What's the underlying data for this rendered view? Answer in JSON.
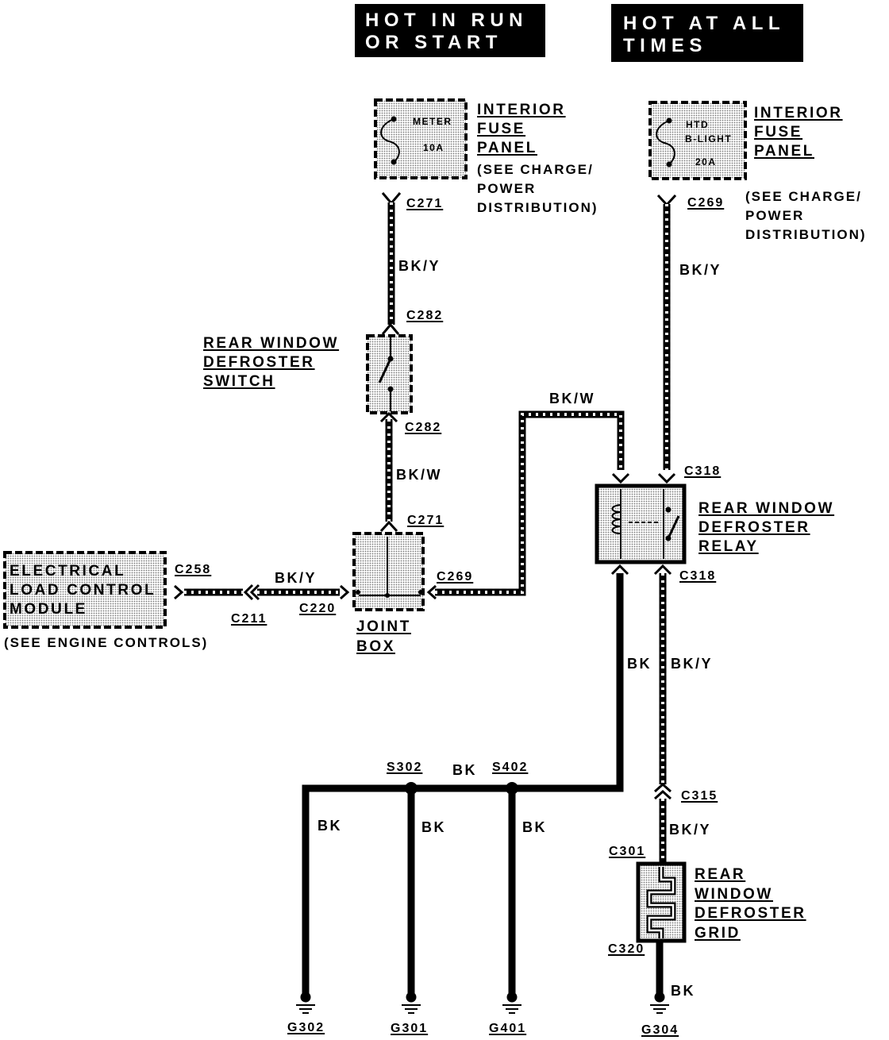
{
  "banners": {
    "run_start": {
      "line1": "HOT IN RUN",
      "line2": "OR START"
    },
    "all_times": {
      "line1": "HOT AT ALL",
      "line2": "TIMES"
    }
  },
  "fuse_meter": {
    "name": "METER",
    "rating": "10A"
  },
  "fuse_htd": {
    "name_line1": "HTD",
    "name_line2": "B-LIGHT",
    "rating": "20A"
  },
  "fuse_panel_left": {
    "lines": [
      "INTERIOR",
      "FUSE",
      "PANEL"
    ],
    "note": [
      "(SEE CHARGE/",
      "POWER",
      "DISTRIBUTION)"
    ]
  },
  "fuse_panel_right": {
    "lines": [
      "INTERIOR",
      "FUSE",
      "PANEL"
    ],
    "note": [
      "(SEE CHARGE/",
      "POWER",
      "DISTRIBUTION)"
    ]
  },
  "switch": {
    "lines": [
      "REAR WINDOW",
      "DEFROSTER",
      "SWITCH"
    ]
  },
  "relay": {
    "lines": [
      "REAR WINDOW",
      "DEFROSTER",
      "RELAY"
    ]
  },
  "grid": {
    "lines": [
      "REAR",
      "WINDOW",
      "DEFROSTER",
      "GRID"
    ]
  },
  "joint_box": {
    "lines": [
      "JOINT",
      "BOX"
    ]
  },
  "elm": {
    "lines": [
      "ELECTRICAL",
      "LOAD CONTROL",
      "MODULE"
    ],
    "note": "(SEE ENGINE CONTROLS)"
  },
  "connectors": {
    "c271_fuse": "C271",
    "c282_top": "C282",
    "c282_bottom": "C282",
    "c271_joint": "C271",
    "c258": "C258",
    "c211": "C211",
    "c220": "C220",
    "c269_joint": "C269",
    "c269_fuse": "C269",
    "c318_top": "C318",
    "c318_bottom": "C318",
    "c315": "C315",
    "c301": "C301",
    "c320": "C320"
  },
  "wire_colors": {
    "fuse_to_switch": "BK/Y",
    "switch_to_joint": "BK/W",
    "elm_to_joint": "BK/Y",
    "joint_to_relay": "BK/W",
    "fuse_to_relay": "BK/Y",
    "relay_to_splice": "BK",
    "relay_to_grid": "BK/Y",
    "splice_bus": "BK",
    "g302_lead": "BK",
    "g301_lead": "BK",
    "g401_lead": "BK",
    "c315_to_grid": "BK/Y",
    "grid_to_ground": "BK"
  },
  "splices": {
    "s302": "S302",
    "s402": "S402"
  },
  "grounds": {
    "g302": "G302",
    "g301": "G301",
    "g401": "G401",
    "g304": "G304"
  },
  "colors": {
    "ink": "#000000",
    "paper": "#ffffff",
    "stipple": "#7a7a7a"
  }
}
